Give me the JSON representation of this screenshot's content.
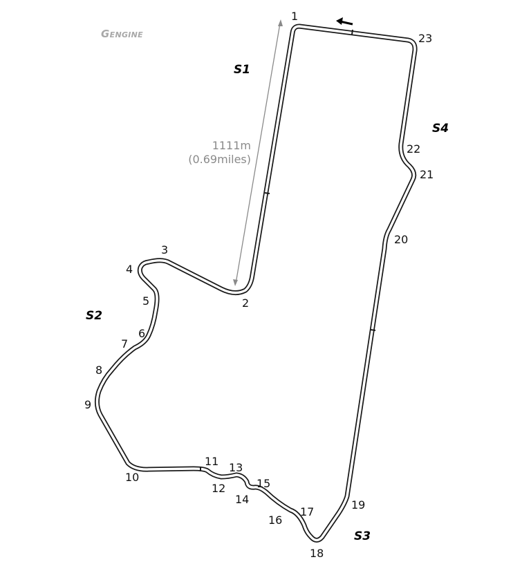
{
  "logo": {
    "mark": "G",
    "text": "ENGINE"
  },
  "length": {
    "meters": "1111m",
    "miles": "(0.69miles)"
  },
  "sectors": [
    "S1",
    "S2",
    "S3",
    "S4"
  ],
  "turns": [
    "1",
    "2",
    "3",
    "4",
    "5",
    "6",
    "7",
    "8",
    "9",
    "10",
    "11",
    "12",
    "13",
    "14",
    "15",
    "16",
    "17",
    "18",
    "19",
    "20",
    "21",
    "22",
    "23"
  ],
  "direction": "counter-clockwise arrow on start straight",
  "colors": {
    "track_outline": "#1a1a1a",
    "track_fill": "#ffffff",
    "measure": "#8a8a8a",
    "arrow": "#000000"
  }
}
